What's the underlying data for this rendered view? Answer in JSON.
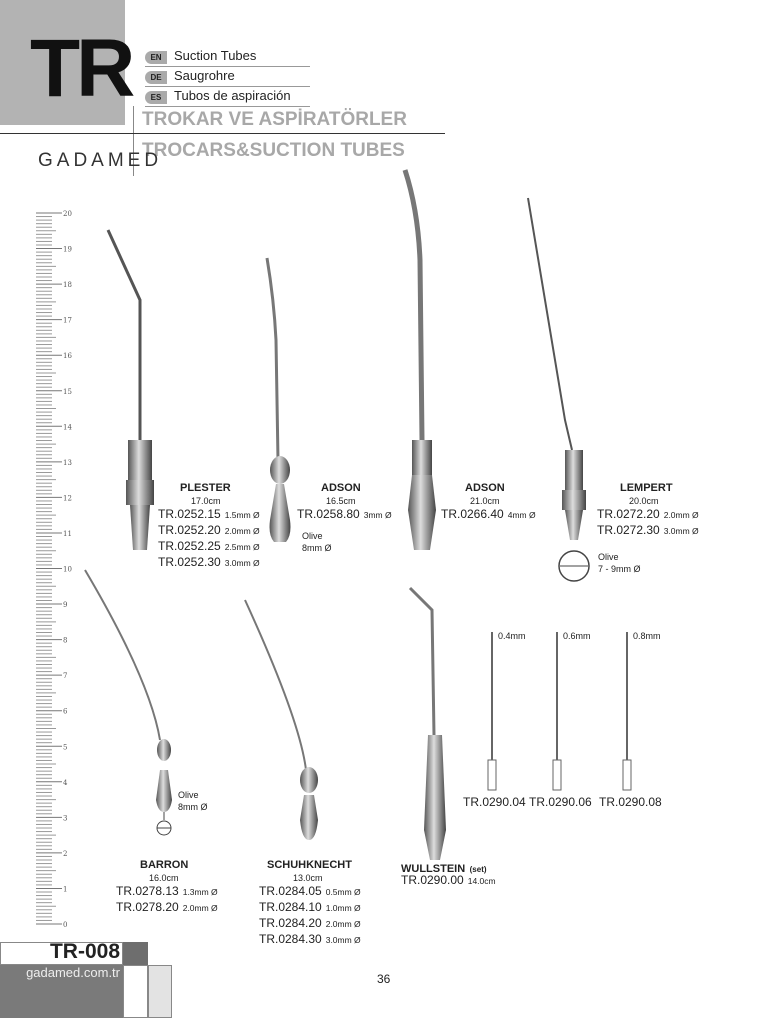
{
  "header": {
    "section_code": "TR",
    "languages": [
      {
        "code": "EN",
        "label": "Suction Tubes"
      },
      {
        "code": "DE",
        "label": "Saugrohre"
      },
      {
        "code": "ES",
        "label": "Tubos de aspiración"
      }
    ],
    "title_tr": "TROKAR VE ASPİRATÖRLER",
    "title_en": "TROCARS&SUCTION TUBES",
    "brand": "GADAMED"
  },
  "ruler": {
    "unit": "cm",
    "max": 20,
    "labels": [
      "0",
      "1",
      "2",
      "3",
      "4",
      "5",
      "6",
      "7",
      "8",
      "9",
      "10",
      "11",
      "12",
      "13",
      "14",
      "15",
      "16",
      "17",
      "18",
      "19",
      "20"
    ]
  },
  "products": {
    "plester": {
      "name": "PLESTER",
      "length": "17.0cm",
      "codes": [
        {
          "code": "TR.0252.15",
          "size": "1.5mm Ø"
        },
        {
          "code": "TR.0252.20",
          "size": "2.0mm Ø"
        },
        {
          "code": "TR.0252.25",
          "size": "2.5mm Ø"
        },
        {
          "code": "TR.0252.30",
          "size": "3.0mm Ø"
        }
      ]
    },
    "adson1": {
      "name": "ADSON",
      "length": "16.5cm",
      "codes": [
        {
          "code": "TR.0258.80",
          "size": "3mm Ø"
        }
      ],
      "note1": "Olive",
      "note2": "8mm Ø"
    },
    "adson2": {
      "name": "ADSON",
      "length": "21.0cm",
      "codes": [
        {
          "code": "TR.0266.40",
          "size": "4mm Ø"
        }
      ]
    },
    "lempert": {
      "name": "LEMPERT",
      "length": "20.0cm",
      "codes": [
        {
          "code": "TR.0272.20",
          "size": "2.0mm Ø"
        },
        {
          "code": "TR.0272.30",
          "size": "3.0mm Ø"
        }
      ],
      "note1": "Olive",
      "note2": "7 - 9mm Ø"
    },
    "wullstein_parts": [
      {
        "size": "0.4mm",
        "code": "TR.0290.04"
      },
      {
        "size": "0.6mm",
        "code": "TR.0290.06"
      },
      {
        "size": "0.8mm",
        "code": "TR.0290.08"
      }
    ],
    "barron": {
      "name": "BARRON",
      "length": "16.0cm",
      "codes": [
        {
          "code": "TR.0278.13",
          "size": "1.3mm Ø"
        },
        {
          "code": "TR.0278.20",
          "size": "2.0mm Ø"
        }
      ],
      "note1": "Olive",
      "note2": "8mm Ø"
    },
    "schuhknecht": {
      "name": "SCHUHKNECHT",
      "length": "13.0cm",
      "codes": [
        {
          "code": "TR.0284.05",
          "size": "0.5mm Ø"
        },
        {
          "code": "TR.0284.10",
          "size": "1.0mm Ø"
        },
        {
          "code": "TR.0284.20",
          "size": "2.0mm Ø"
        },
        {
          "code": "TR.0284.30",
          "size": "3.0mm Ø"
        }
      ]
    },
    "wullstein": {
      "name": "WULLSTEIN",
      "suffix": "(set)",
      "code": "TR.0290.00",
      "length": "14.0cm"
    }
  },
  "footer": {
    "page_code": "TR-008",
    "website": "gadamed.com.tr",
    "page_number": "36"
  }
}
